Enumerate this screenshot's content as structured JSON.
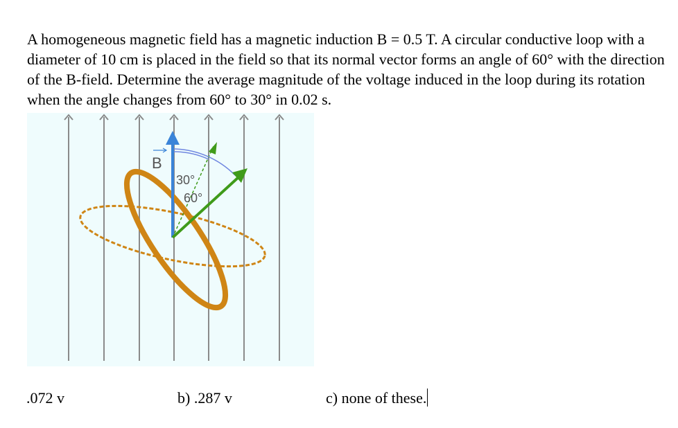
{
  "problem": {
    "text": "A homogeneous magnetic field has a magnetic induction B = 0.5 T. A circular conductive loop with a diameter of 10 cm is placed in the field so that its normal vector forms an angle of 60° with the direction of the B-field. Determine the average magnitude of the voltage induced in the loop during its rotation when the angle changes from 60° to 30° in 0.02 s."
  },
  "figure": {
    "b_label": "B",
    "angle_30": "30°",
    "angle_60": "60°",
    "colors": {
      "background": "#effcfd",
      "field_lines": "#8a8a8a",
      "b_vector": "#3a84d8",
      "normal_vector": "#3f9b1a",
      "loop": "#cf8515",
      "arc": "#6f86e0"
    },
    "icons": [
      "field-line-arrow",
      "b-vector-arrow",
      "normal-vector-arrow",
      "loop-ring"
    ]
  },
  "answers": {
    "a": ".072 v",
    "b": "b) .287 v",
    "c": "c) none of these."
  }
}
